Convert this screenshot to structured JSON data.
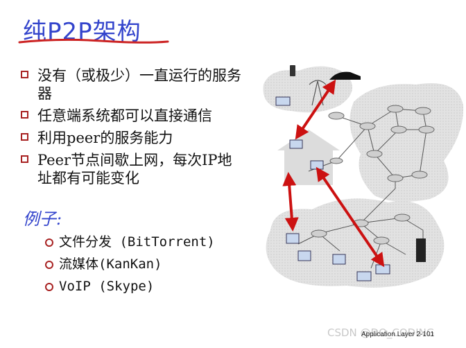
{
  "title": "纯P2P架构",
  "bullets": [
    "没有（或极少）一直运行的服务器",
    "任意端系统都可以直接通信",
    "利用peer的服务能力",
    "Peer节点间歇上网，每次IP地址都有可能变化"
  ],
  "example_heading": "例子:",
  "examples": [
    "文件分发 (BitTorrent)",
    "流媒体(KanKan)",
    "VoIP (Skype)"
  ],
  "footer": "Application Layer 2-101",
  "watermark": "CSDN @DO_CODING",
  "colors": {
    "title": "#3344cc",
    "underline": "#cc2222",
    "bullet_mark": "#a82222",
    "arrow": "#cc1111"
  }
}
